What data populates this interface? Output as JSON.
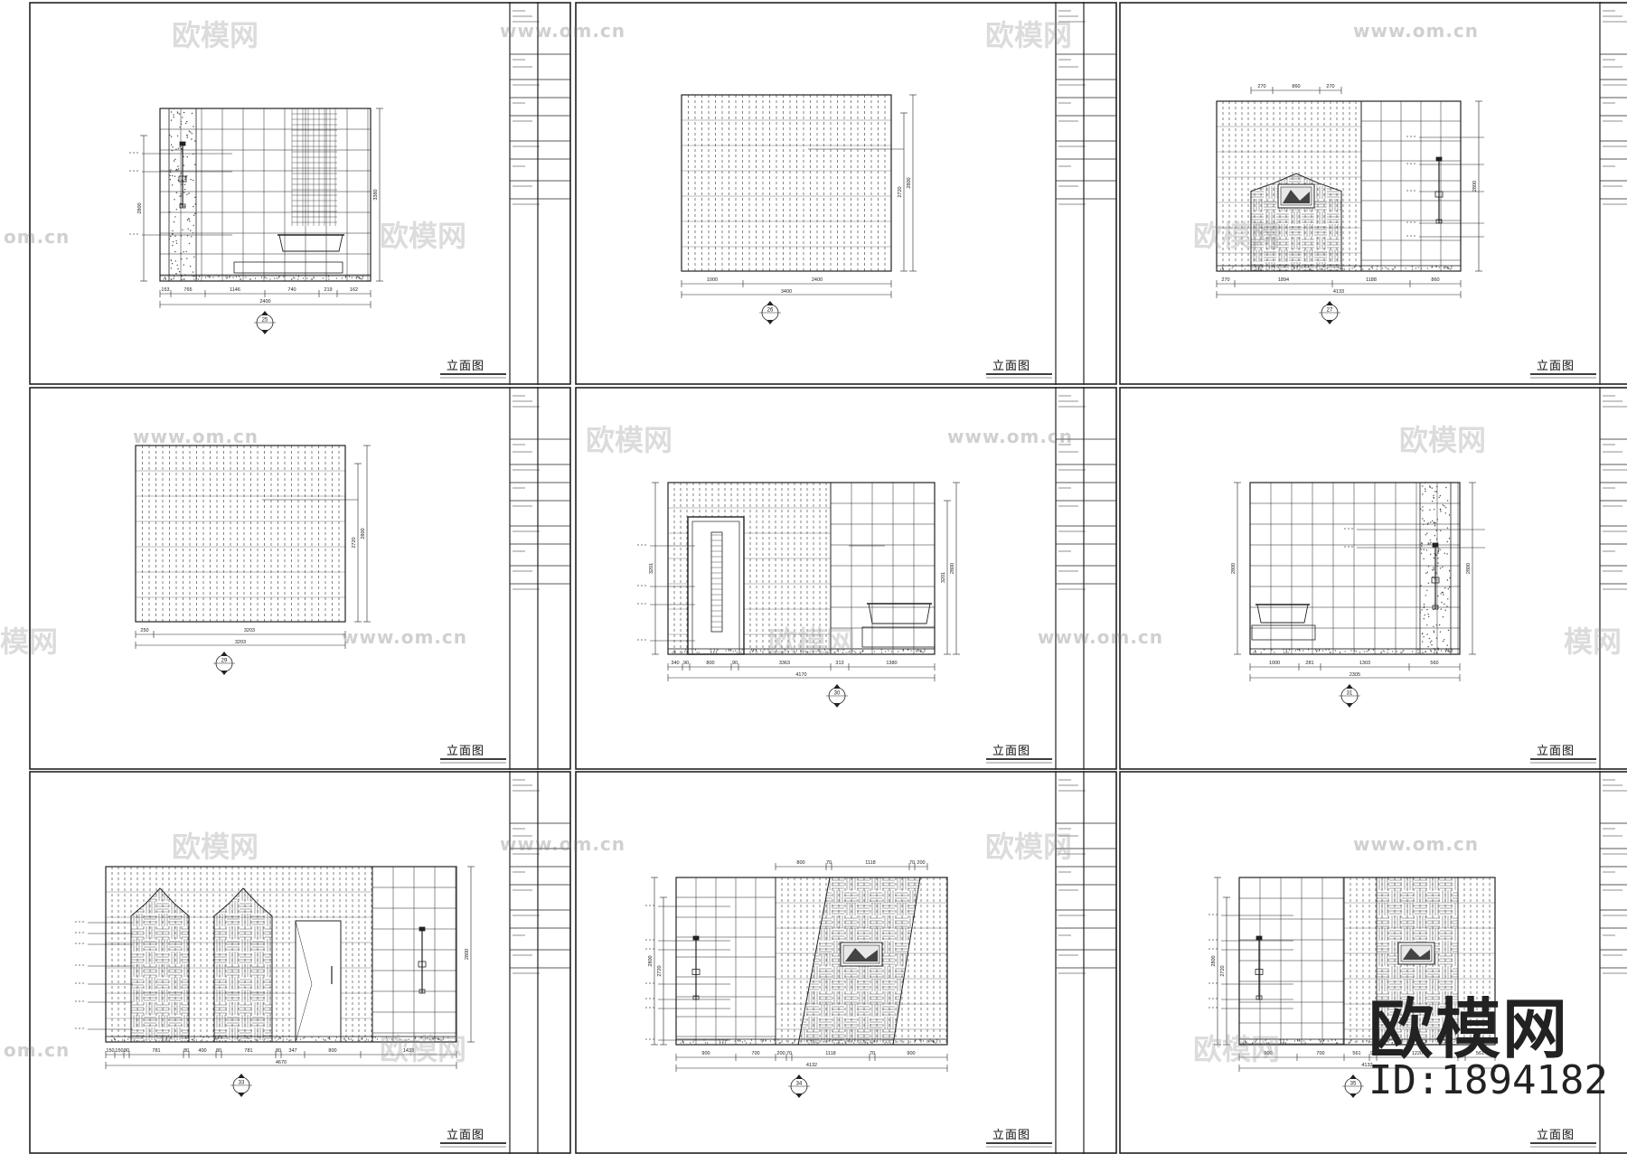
{
  "sheet_title": "立面图",
  "sheets": [
    {
      "number": "25",
      "type": "tile-shower",
      "bottom_dims": [
        "153",
        "765",
        "1146",
        "740",
        "219",
        "162"
      ],
      "total": "2400",
      "side_dims": [
        "3380",
        "2800"
      ]
    },
    {
      "number": "26",
      "type": "stripe-wall",
      "bottom_dims": [
        "1000",
        "2400"
      ],
      "total": "3400",
      "side_dims": [
        "2720",
        "2800"
      ]
    },
    {
      "number": "27",
      "type": "arch-niche",
      "top_dims": [
        "270",
        "860",
        "270"
      ],
      "bottom_dims": [
        "270",
        "1894",
        "1188",
        "860"
      ],
      "total": "4133",
      "side_dims": [
        "2800"
      ]
    },
    {
      "number": "29",
      "type": "stripe-wall",
      "bottom_dims": [
        "250",
        "3203"
      ],
      "total": "3203",
      "side_dims": [
        "2720",
        "2800"
      ]
    },
    {
      "number": "30",
      "type": "door-tub",
      "bottom_dims": [
        "340",
        "90",
        "800",
        "90",
        "3363",
        "313",
        "1380"
      ],
      "total": "4170",
      "side_dims": [
        "3201",
        "2800"
      ]
    },
    {
      "number": "31",
      "type": "tub-shower",
      "bottom_dims": [
        "1000",
        "281",
        "1303",
        "560"
      ],
      "total": "2305",
      "side_dims": [
        "2800",
        "2800"
      ]
    },
    {
      "number": "33",
      "type": "double-arch",
      "bottom_dims": [
        "150",
        "150",
        "80",
        "781",
        "80",
        "400",
        "80",
        "781",
        "80",
        "347",
        "800",
        "1433"
      ],
      "total": "4670",
      "side_dims": [
        "2800"
      ]
    },
    {
      "number": "34",
      "type": "diagonal-panel",
      "top_dims": [
        "800",
        "70",
        "1118",
        "70",
        "200"
      ],
      "bottom_dims": [
        "900",
        "700",
        "200",
        "70",
        "1118",
        "70",
        "900"
      ],
      "total": "4132",
      "side_dims": [
        "2720",
        "2800"
      ]
    },
    {
      "number": "35",
      "type": "panel-shower",
      "bottom_dims": [
        "900",
        "700",
        "561",
        "90",
        "1220",
        "90",
        "561"
      ],
      "total": "4132",
      "side_dims": [
        "2720",
        "2800"
      ]
    }
  ],
  "watermarks": {
    "site": "www.om.cn",
    "brand": "欧模网",
    "id": "ID:1894182",
    "partial_site": "om.cn",
    "partial_brand": "模网"
  }
}
